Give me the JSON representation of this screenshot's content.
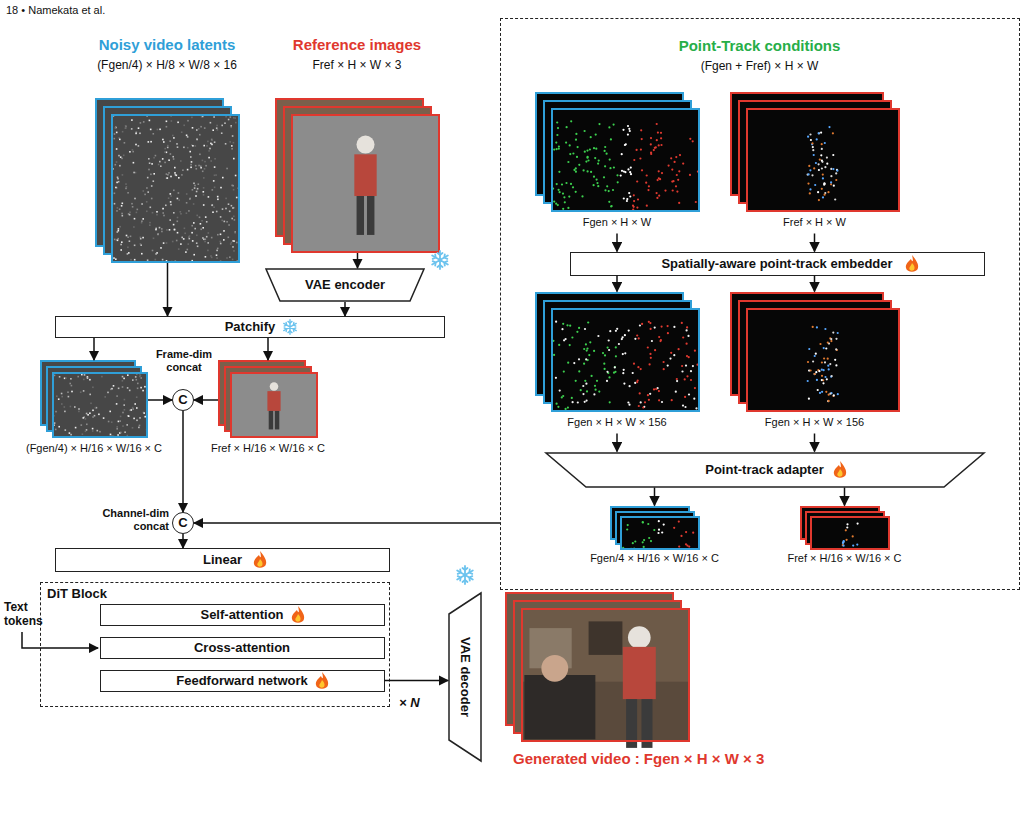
{
  "diagram": {
    "nodes": [
      {
        "text": [
          "Noisy video latents",
          "(Fgen/4) × H/8 × W/8 × 16"
        ]
      },
      {
        "text": [
          "Reference images",
          "Fref × H × W × 3"
        ]
      },
      {
        "text": [
          "Point-Track conditions",
          "(Fgen + Fref) × H × W"
        ]
      },
      {
        "text": [
          "Fgen × H × W"
        ],
        "in": 2
      },
      {
        "text": [
          "Fref × H × W"
        ],
        "in": 2
      },
      {
        "text": [
          "Spatially-aware point-track embedder"
        ],
        "in": 2
      },
      {
        "text": [
          "Fgen × H × W × 156"
        ],
        "in": 2
      },
      {
        "text": [
          "Fgen × H × W × 156"
        ],
        "in": 2
      },
      {
        "text": [
          "Point-track adapter"
        ],
        "in": 2
      },
      {
        "text": [
          "Fgen/4 × H/16 × W/16 × C"
        ],
        "in": 2
      },
      {
        "text": [
          "Fref × H/16 × W/16 × C"
        ],
        "in": 2
      },
      {
        "text": [
          "VAE encoder"
        ]
      },
      {
        "text": [
          "Patchify"
        ]
      },
      {
        "text": [
          "(Fgen/4) × H/16 × W/16 × C"
        ]
      },
      {
        "text": [
          "Fref × H/16 × W/16 × C"
        ]
      },
      {
        "text": [
          "C",
          "Frame-dim concat"
        ]
      },
      {
        "text": [
          "C",
          "Channel-dim concat"
        ]
      },
      {
        "text": [
          "Linear"
        ]
      },
      {
        "text": [
          "DiT Block",
          "× N"
        ]
      },
      {
        "text": [
          "Self-attention"
        ],
        "in": 18
      },
      {
        "text": [
          "Cross-attention"
        ],
        "in": 18
      },
      {
        "text": [
          "Feedforward network"
        ],
        "in": 18
      },
      {
        "text": [
          "VAE decoder"
        ]
      },
      {
        "text": [
          "Generated video : Fgen × H × W × 3"
        ]
      }
    ],
    "edges": [
      {
        "from": 0,
        "to": 12,
        "arrow": "to"
      },
      {
        "from": 1,
        "to": 11,
        "arrow": "to"
      },
      {
        "from": 11,
        "to": 12,
        "arrow": "to"
      },
      {
        "from": 12,
        "to": 13,
        "arrow": "to"
      },
      {
        "from": 12,
        "to": 14,
        "arrow": "to"
      },
      {
        "from": 13,
        "to": 15,
        "arrow": "to"
      },
      {
        "from": 14,
        "to": 15,
        "arrow": "to"
      },
      {
        "from": 15,
        "to": 16,
        "arrow": "to"
      },
      {
        "from": 3,
        "to": 5,
        "arrow": "to"
      },
      {
        "from": 4,
        "to": 5,
        "arrow": "to"
      },
      {
        "from": 5,
        "to": 6,
        "arrow": "to"
      },
      {
        "from": 5,
        "to": 7,
        "arrow": "to"
      },
      {
        "from": 6,
        "to": 8,
        "arrow": "to"
      },
      {
        "from": 7,
        "to": 8,
        "arrow": "to"
      },
      {
        "from": 8,
        "to": 9,
        "arrow": "to"
      },
      {
        "from": 8,
        "to": 10,
        "arrow": "to"
      },
      {
        "from": 2,
        "to": 16,
        "arrow": "to"
      },
      {
        "from": 16,
        "to": 17,
        "arrow": "to"
      },
      {
        "from": 21,
        "to": 22,
        "arrow": "to"
      }
    ],
    "labels": [
      "18 • Namekata et al.",
      "Text tokens"
    ]
  }
}
